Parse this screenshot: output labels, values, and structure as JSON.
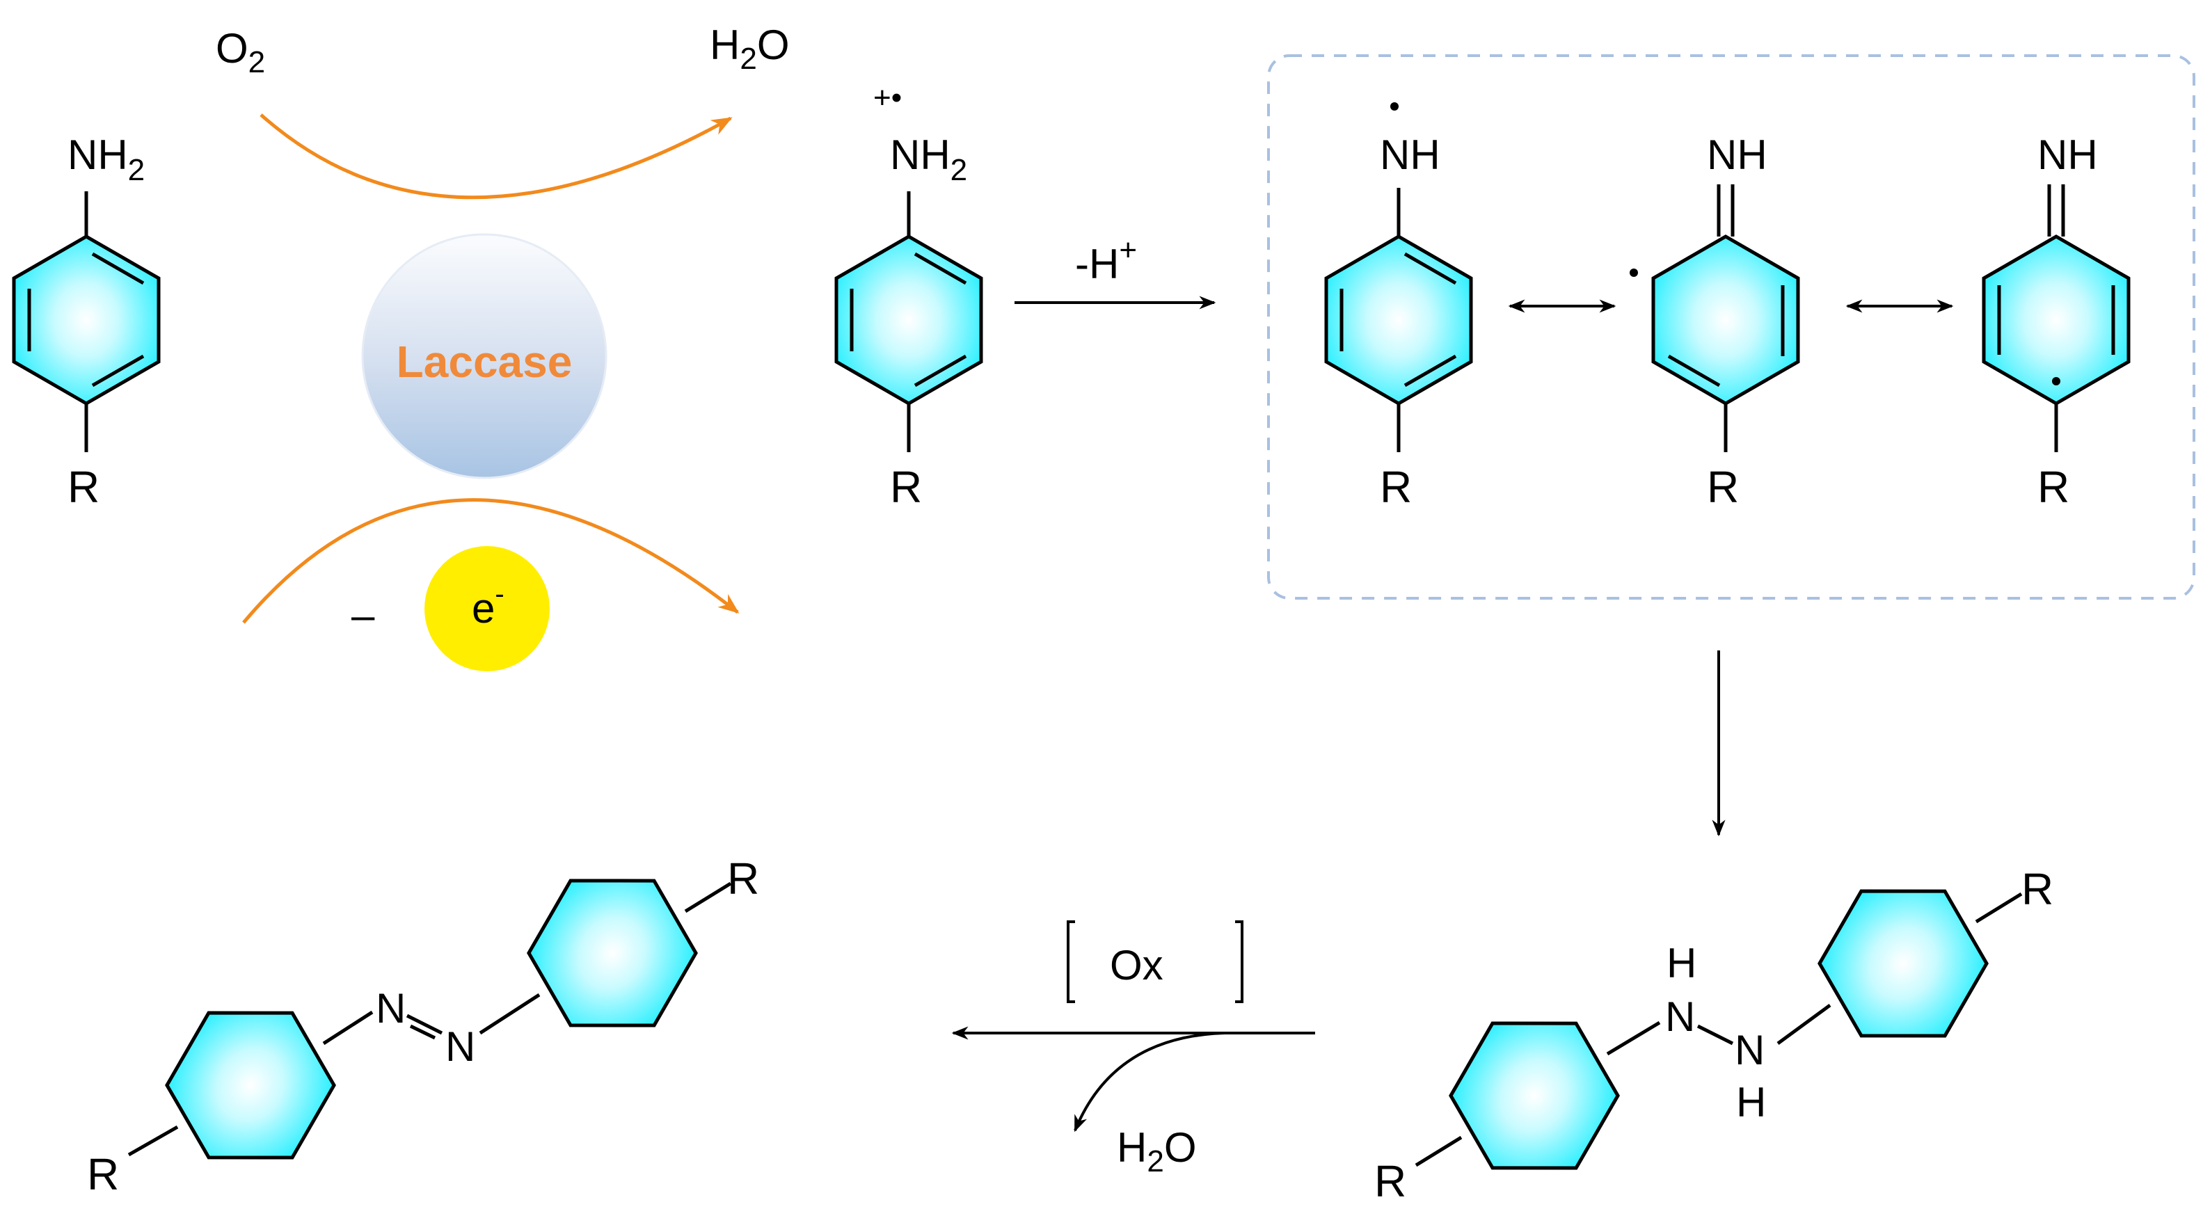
{
  "labels": {
    "o2": "O",
    "o2_sub": "2",
    "h2o_top_h": "H",
    "h2o_top_sub": "2",
    "h2o_top_o": "O",
    "laccase": "Laccase",
    "minus": "–",
    "electron": "e",
    "electron_sup": "-",
    "deprotonation": "-H",
    "deprotonation_sup": "+",
    "radical_cation_charge": "+•",
    "ox": "Ox",
    "h2o_bottom_h": "H",
    "h2o_bottom_sub": "2",
    "h2o_bottom_o": "O"
  },
  "molecules": {
    "aniline": {
      "group": "NH",
      "group_sub": "2",
      "substituent": "R"
    },
    "radical_cation": {
      "group": "NH",
      "group_sub": "2",
      "substituent": "R"
    },
    "resonance_1": {
      "group": "NH",
      "substituent": "R"
    },
    "resonance_2": {
      "group": "NH",
      "substituent": "R"
    },
    "resonance_3": {
      "group": "NH",
      "substituent": "R"
    },
    "hydrazine": {
      "nh_top_h": "H",
      "nh_top_n": "N",
      "nh_bottom_n": "N",
      "nh_bottom_h": "H",
      "substituent_left": "R",
      "substituent_right": "R"
    },
    "azo": {
      "n1": "N",
      "n2": "N",
      "substituent_left": "R",
      "substituent_right": "R"
    }
  },
  "colors": {
    "ring_fill": "#33f3ff",
    "orange_arrow": "#f28a1c",
    "laccase_text": "#f08a3a",
    "electron_ball": "#ffee00",
    "dashed_box": "#a9c0e0"
  }
}
